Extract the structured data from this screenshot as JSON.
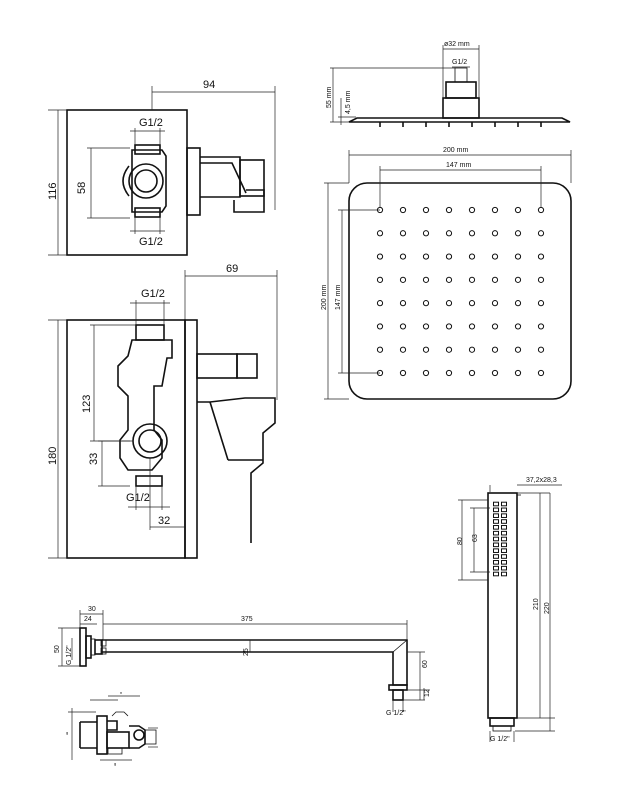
{
  "dims": {
    "v1_width": "94",
    "v1_height": "116",
    "v1_inner": "58",
    "v1_conn_top": "G1/2",
    "v1_conn_bottom": "G1/2",
    "v2_width": "69",
    "v2_conn_top": "G1/2",
    "v2_h123": "123",
    "v2_h180": "180",
    "v2_h33": "33",
    "v2_conn_bottom": "G1/2",
    "v2_w32": "32",
    "head_diameter": "ø32 mm",
    "head_conn": "G1/2",
    "head_h55": "55 mm",
    "head_h45": "4,5 mm",
    "head_w200": "200 mm",
    "head_w147": "147 mm",
    "head_h200": "200 mm",
    "head_h147": "147 mm",
    "hand_section": "37,2x28,3",
    "hand_80": "80",
    "hand_63": "63",
    "hand_210": "210",
    "hand_220": "220",
    "hand_conn": "G 1/2\"",
    "arm_30": "30",
    "arm_24": "24",
    "arm_375": "375",
    "arm_50": "50",
    "arm_conn_wall": "G 1/2\"",
    "arm_25": "25",
    "arm_60": "60",
    "arm_12": "12",
    "arm_conn_out": "G 1/2\""
  },
  "nozzles": {
    "rows": 8,
    "cols": 8
  }
}
